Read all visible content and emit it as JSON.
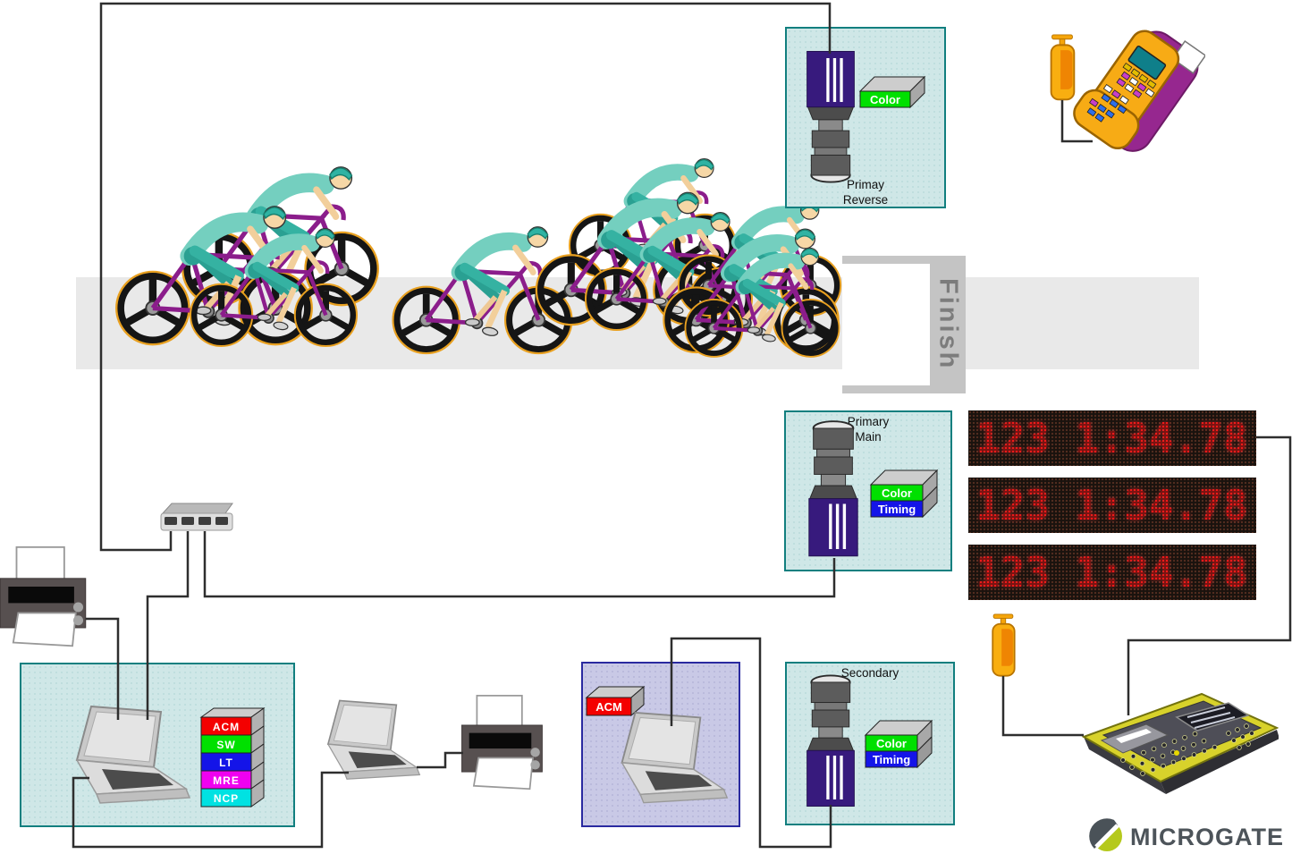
{
  "stations": {
    "primary_reverse": {
      "line1": "Primay",
      "line2": "Reverse"
    },
    "primary_main": {
      "line1": "Primary",
      "line2": "Main"
    },
    "secondary": {
      "label": "Secondary"
    }
  },
  "modules": {
    "color_label": "Color",
    "timing_label": "Timing",
    "acm_label": "ACM",
    "color_bg": "#00e000",
    "timing_bg": "#1414e8",
    "acm_bg": "#f40000"
  },
  "software_stack": [
    {
      "label": "ACM",
      "color": "#f40000"
    },
    {
      "label": "SW",
      "color": "#00e000"
    },
    {
      "label": "LT",
      "color": "#1414e8"
    },
    {
      "label": "MRE",
      "color": "#f000f0"
    },
    {
      "label": "NCP",
      "color": "#00e2e2"
    }
  ],
  "finish_banner": {
    "label": "Finish"
  },
  "led_display": {
    "value": "123 1:34.78"
  },
  "logo": {
    "text": "MICROGATE"
  }
}
